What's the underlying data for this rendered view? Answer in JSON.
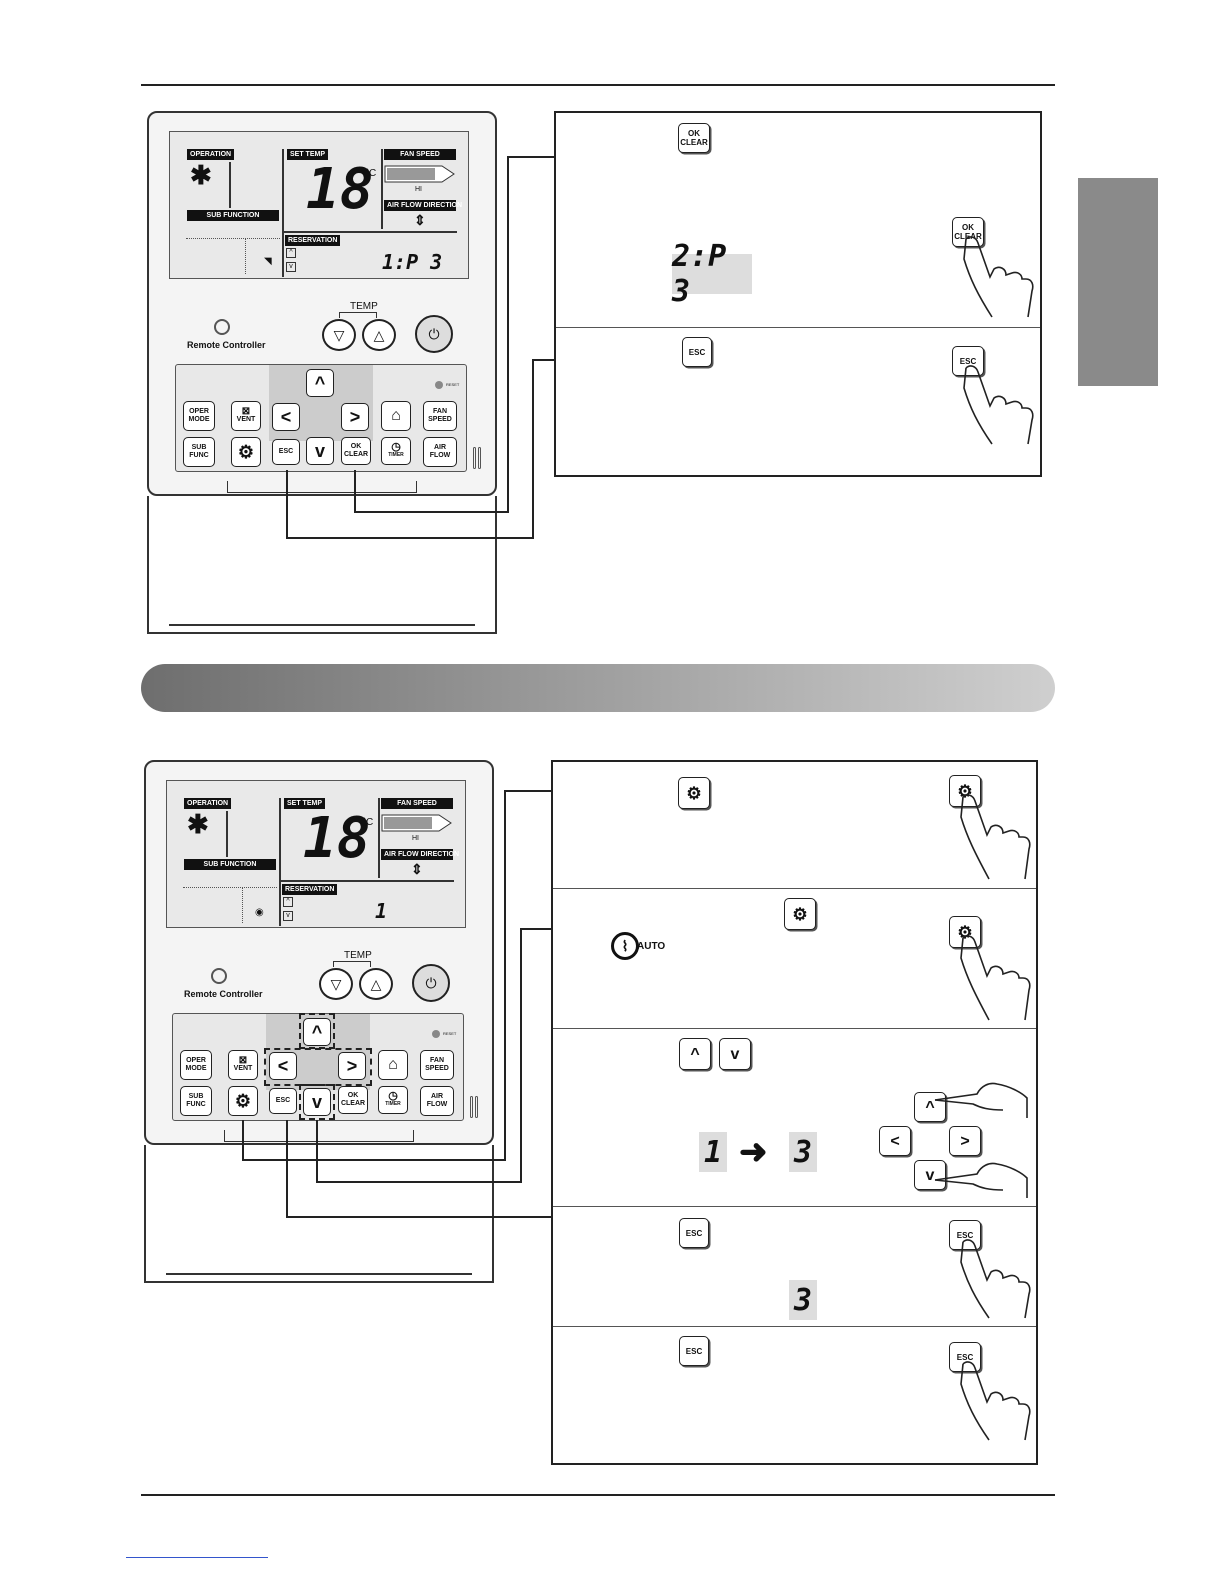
{
  "remote": {
    "operation_label": "OPERATION",
    "set_temp_label": "SET TEMP",
    "fan_speed_label": "FAN SPEED",
    "hi_label": "HI",
    "air_flow_label": "AIR FLOW DIRECTION",
    "sub_function_label": "SUB  FUNCTION",
    "reservation_label": "RESERVATION",
    "temp_value": "18",
    "temp_unit": "°C",
    "temp_label": "TEMP",
    "brand_label": "Remote Controller",
    "reset_label": "RESET",
    "buttons": {
      "oper_mode": "OPER MODE",
      "vent": "VENT",
      "fan_speed": "FAN SPEED",
      "sub_func": "SUB FUNC",
      "esc": "ESC",
      "ok_clear": "OK CLEAR",
      "timer": "TIMER",
      "air_flow": "AIR FLOW"
    }
  },
  "remote_top": {
    "reservation_display": "1:P 3"
  },
  "remote_bottom": {
    "reservation_display": "1"
  },
  "panel_top": {
    "step1_button": "OK CLEAR",
    "step1_display": "2:P 3",
    "step2_button": "ESC"
  },
  "panel_bottom": {
    "step1_button": "settings-icon",
    "step2_button": "settings-icon",
    "step2_icon": "AUTO",
    "step3_buttons": [
      "up-arrow-icon",
      "down-arrow-icon"
    ],
    "step3_from": "1",
    "step3_to": "3",
    "step4_button": "ESC",
    "step4_display": "3",
    "step5_button": "ESC"
  }
}
